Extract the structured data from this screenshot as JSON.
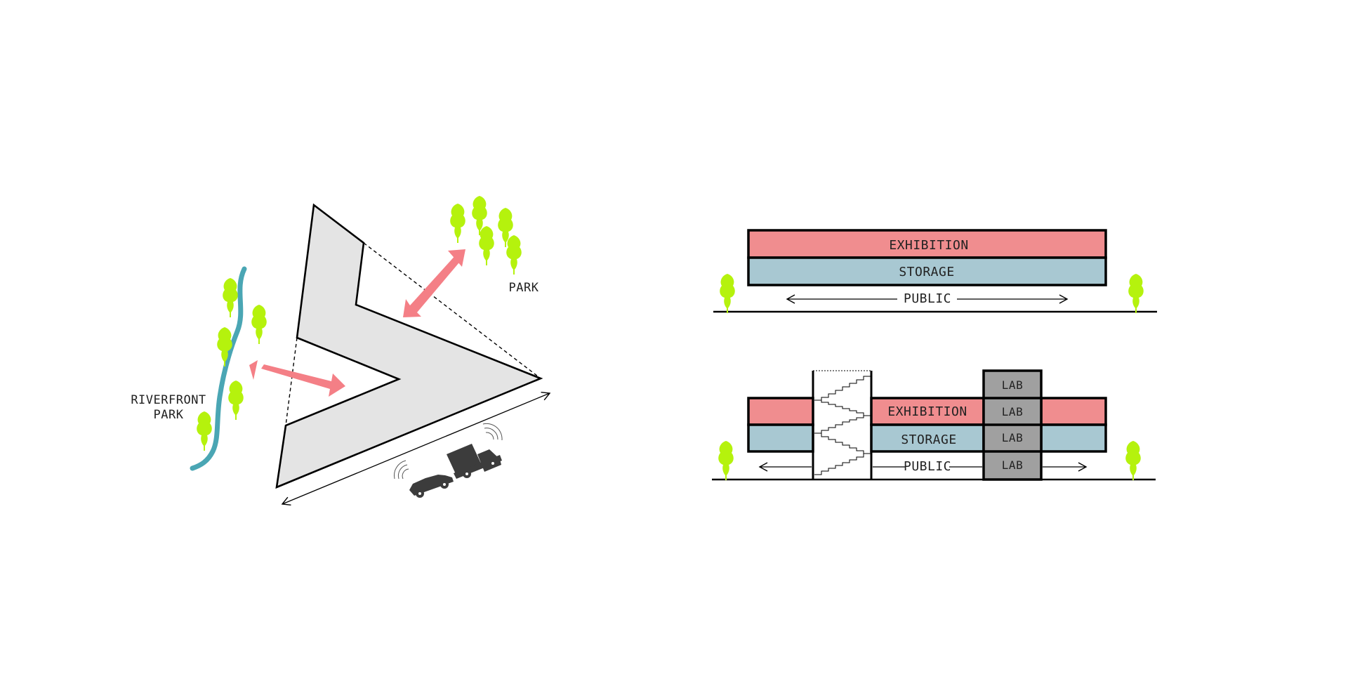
{
  "colors": {
    "exhibition": "#f08d8f",
    "storage": "#a8c8d2",
    "lab": "#a0a0a0",
    "building_fill": "#e4e4e4",
    "river": "#4aa6b4",
    "tree": "#b5f20d",
    "arrow": "#f47f86",
    "vehicle": "#3c3c3c",
    "line": "#000000"
  },
  "icons": {
    "tree": "tree-icon",
    "car": "car-icon",
    "truck": "truck-icon",
    "signal": "signal-waves-icon"
  },
  "site_plan": {
    "riverfront_label_line1": "RIVERFRONT",
    "riverfront_label_line2": "PARK",
    "park_label": "PARK"
  },
  "section_top": {
    "exhibition": "EXHIBITION",
    "storage": "STORAGE",
    "public": "PUBLIC"
  },
  "section_bottom": {
    "exhibition": "EXHIBITION",
    "storage": "STORAGE",
    "public": "PUBLIC",
    "lab_1": "LAB",
    "lab_2": "LAB",
    "lab_3": "LAB",
    "lab_4": "LAB"
  }
}
